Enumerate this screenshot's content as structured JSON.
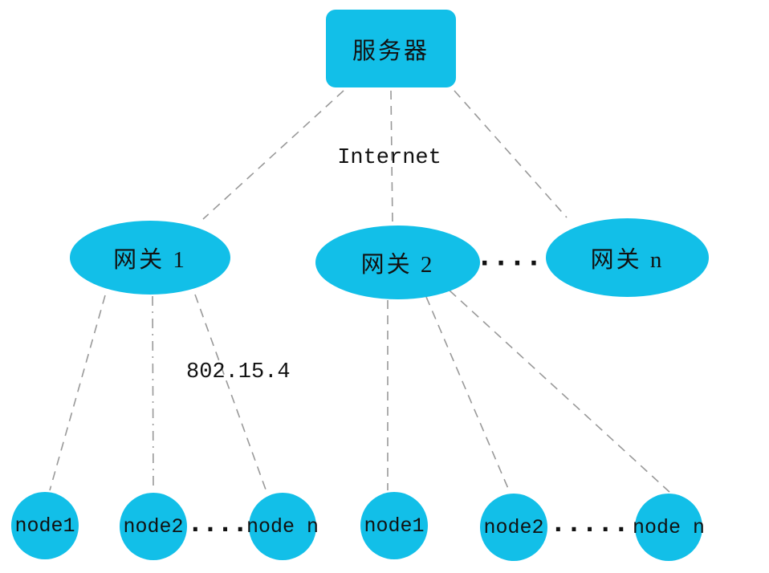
{
  "diagram": {
    "title_hint": "WSN network topology",
    "server": {
      "label": "服务器"
    },
    "internet_label": "Internet",
    "protocol_label": "802.15.4",
    "gateways": [
      {
        "id": "gateway-1",
        "label": "网关 1"
      },
      {
        "id": "gateway-2",
        "label": "网关 2"
      },
      {
        "id": "gateway-n",
        "label": "网关 n"
      }
    ],
    "gateway_ellipsis": "······",
    "left_node_group": {
      "items": [
        {
          "label": "node1"
        },
        {
          "label": "node2"
        },
        {
          "label": "node n"
        }
      ],
      "ellipsis": "·····"
    },
    "right_node_group": {
      "items": [
        {
          "label": "node1"
        },
        {
          "label": "node2"
        },
        {
          "label": "node n"
        }
      ],
      "ellipsis": "······"
    },
    "colors": {
      "shape_fill": "#12BFE8",
      "connector_line": "#999999",
      "text": "#111111",
      "background": "#FFFFFF"
    }
  }
}
